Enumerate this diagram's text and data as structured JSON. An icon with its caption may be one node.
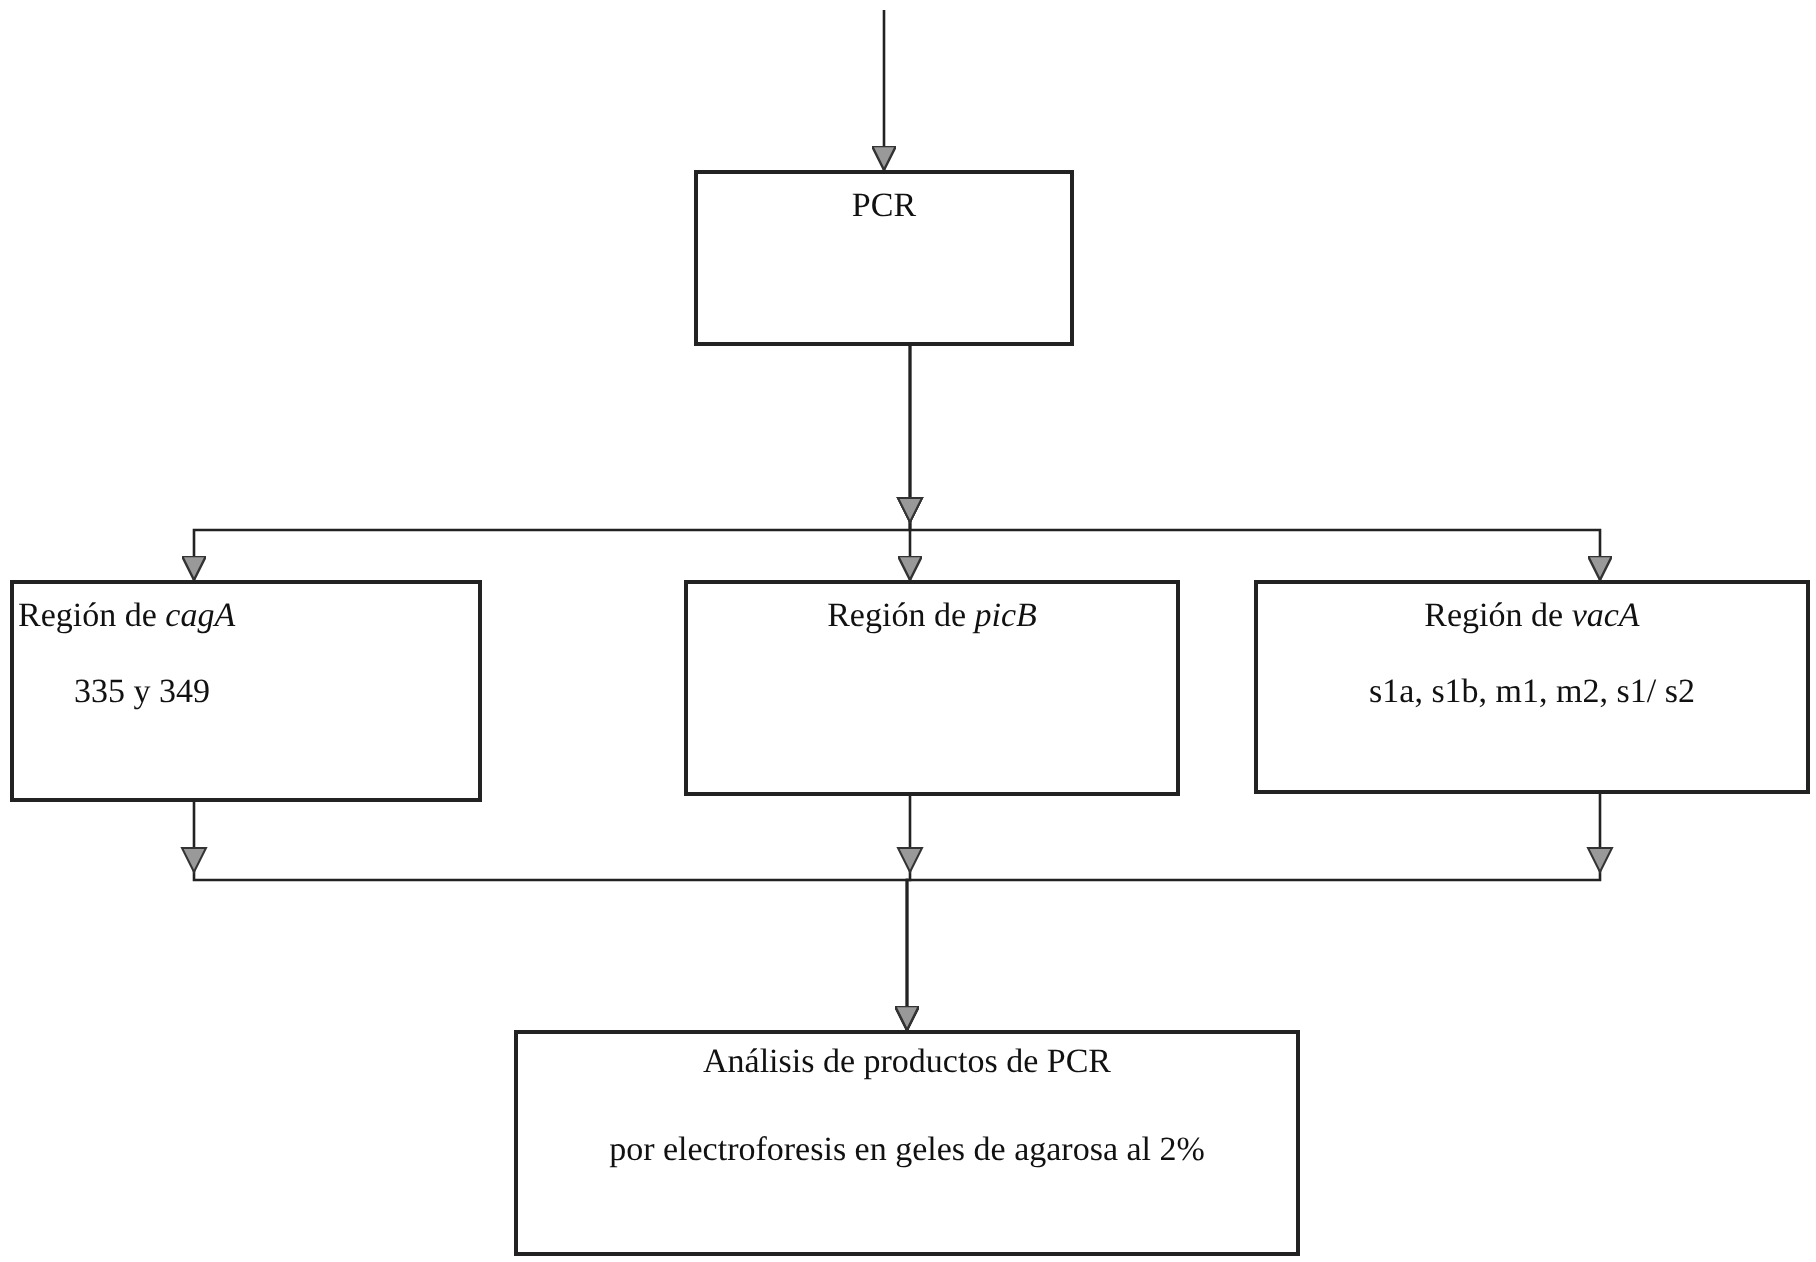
{
  "diagram": {
    "nodes": [
      {
        "text": [
          "PCR"
        ]
      },
      {
        "text": [
          "Región de *cagA*",
          "335 y 349"
        ]
      },
      {
        "text": [
          "Región de *picB*"
        ]
      },
      {
        "text": [
          "Región de *vacA*",
          "s1a, s1b, m1, m2, s1/ s2"
        ]
      },
      {
        "text": [
          "Análisis de productos de PCR",
          "por electroforesis en geles de agarosa al 2%"
        ]
      }
    ],
    "edges": [
      {
        "from": null,
        "to": 0,
        "arrow": "to"
      },
      {
        "from": 0,
        "to": 1,
        "arrow": "to"
      },
      {
        "from": 0,
        "to": 2,
        "arrow": "to"
      },
      {
        "from": 0,
        "to": 3,
        "arrow": "to"
      },
      {
        "from": 1,
        "to": 4,
        "arrow": "to"
      },
      {
        "from": 2,
        "to": 4,
        "arrow": "to"
      },
      {
        "from": 3,
        "to": 4,
        "arrow": "to"
      }
    ]
  }
}
